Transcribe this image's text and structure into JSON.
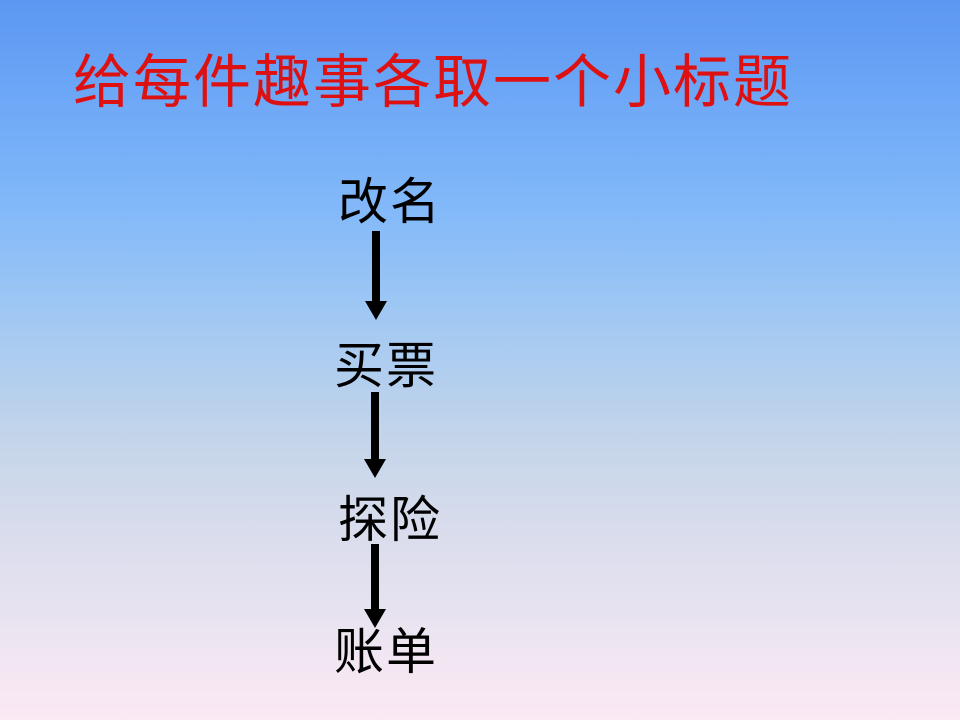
{
  "slide": {
    "title": "给每件趣事各取一个小标题",
    "colors": {
      "title_text": "#DD1111",
      "flow_text": "#000000",
      "arrow": "#000000",
      "background_top": "#5C97F2",
      "background_middle": "#C2D4EA",
      "background_bottom": "#FBE9F4"
    },
    "flow": {
      "direction": "vertical",
      "items": [
        {
          "label": "改名"
        },
        {
          "label": "买票"
        },
        {
          "label": "探险"
        },
        {
          "label": "账单"
        }
      ]
    }
  }
}
